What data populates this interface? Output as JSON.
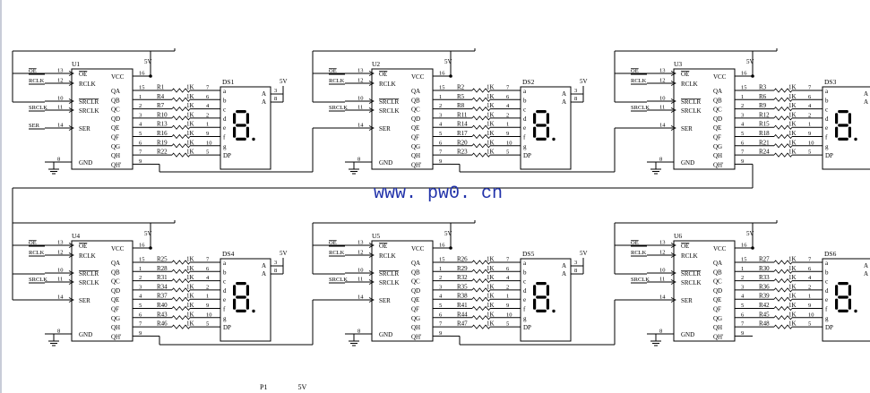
{
  "watermark": "www. pw0. cn",
  "bottom_labels": [
    "P1",
    "5V"
  ],
  "chip_pins": {
    "left": [
      {
        "label": "OE",
        "num": "13",
        "overline": true
      },
      {
        "label": "RCLK",
        "num": "12",
        "overline": false
      },
      {
        "label": "SRCLR",
        "num": "10",
        "overline": true
      },
      {
        "label": "SRCLK",
        "num": "11",
        "overline": false
      },
      {
        "label": "SER",
        "num": "14",
        "overline": false
      },
      {
        "label": "GND",
        "num": "8",
        "overline": false
      }
    ],
    "right": [
      {
        "label": "VCC",
        "num": "16"
      },
      {
        "label": "QA",
        "num": "15"
      },
      {
        "label": "QB",
        "num": "1"
      },
      {
        "label": "QC",
        "num": "2"
      },
      {
        "label": "QD",
        "num": "3"
      },
      {
        "label": "QE",
        "num": "4"
      },
      {
        "label": "QF",
        "num": "5"
      },
      {
        "label": "QG",
        "num": "6"
      },
      {
        "label": "QH",
        "num": "7"
      },
      {
        "label": "QH'",
        "num": "9"
      }
    ]
  },
  "outer_inputs": {
    "oe": "OE",
    "rclk": "RCLK",
    "srclr": "SRCLR",
    "srclk": "SRCLK",
    "ser": "SER"
  },
  "display_pins": {
    "segments": [
      "a",
      "b",
      "c",
      "d",
      "e",
      "f",
      "g",
      "DP"
    ],
    "pin_numbers": [
      "7",
      "6",
      "4",
      "2",
      "1",
      "9",
      "10",
      "5"
    ],
    "common_labels": [
      "A",
      "A"
    ],
    "common_pins": [
      "3",
      "8"
    ],
    "digit_glyph": "8",
    "supply": "5V"
  },
  "resistor_value": "1K",
  "units": [
    {
      "chip": "U1",
      "display": "DS1",
      "resistors": [
        "R1",
        "R4",
        "R7",
        "R10",
        "R13",
        "R16",
        "R19",
        "R22"
      ],
      "has_ser_label": true,
      "supply": "5V"
    },
    {
      "chip": "U2",
      "display": "DS2",
      "resistors": [
        "R2",
        "R5",
        "R8",
        "R11",
        "R14",
        "R17",
        "R20",
        "R23"
      ],
      "has_ser_label": false,
      "supply": "5V"
    },
    {
      "chip": "U3",
      "display": "DS3",
      "resistors": [
        "R3",
        "R6",
        "R9",
        "R12",
        "R15",
        "R18",
        "R21",
        "R24"
      ],
      "has_ser_label": false,
      "supply": "5V"
    },
    {
      "chip": "U4",
      "display": "DS4",
      "resistors": [
        "R25",
        "R28",
        "R31",
        "R34",
        "R37",
        "R40",
        "R43",
        "R46"
      ],
      "has_ser_label": false,
      "supply": "5V"
    },
    {
      "chip": "U5",
      "display": "DS5",
      "resistors": [
        "R26",
        "R29",
        "R32",
        "R35",
        "R38",
        "R41",
        "R44",
        "R47"
      ],
      "has_ser_label": false,
      "supply": "5V"
    },
    {
      "chip": "U6",
      "display": "DS6",
      "resistors": [
        "R27",
        "R30",
        "R33",
        "R36",
        "R39",
        "R42",
        "R45",
        "R48"
      ],
      "has_ser_label": false,
      "supply": "5V"
    }
  ]
}
